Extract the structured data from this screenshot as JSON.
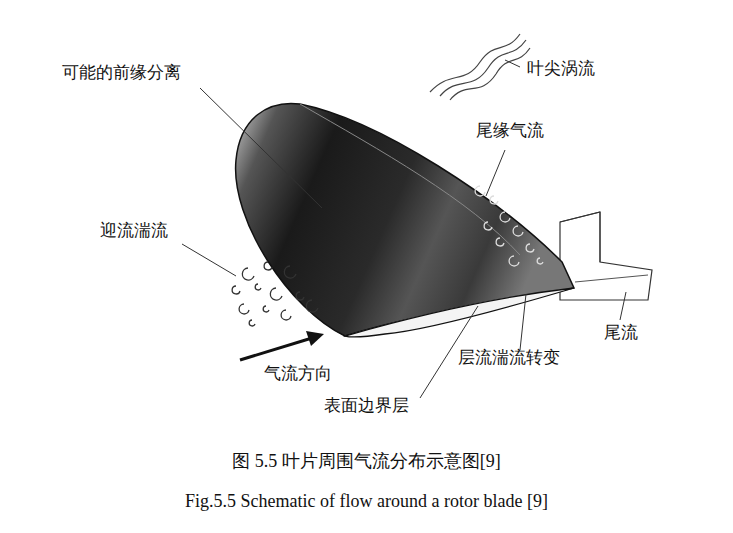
{
  "diagram": {
    "caption": "图 5.5 叶片周围气流分布示意图[9]",
    "labels": [
      "可能的前缘分离",
      "叶尖涡流",
      "尾缘气流",
      "迎流湍流",
      "尾流",
      "层流湍流转变",
      "气流方向",
      "表面边界层",
      "Fig.5.5 Schematic of flow around a rotor blade [9]"
    ]
  }
}
